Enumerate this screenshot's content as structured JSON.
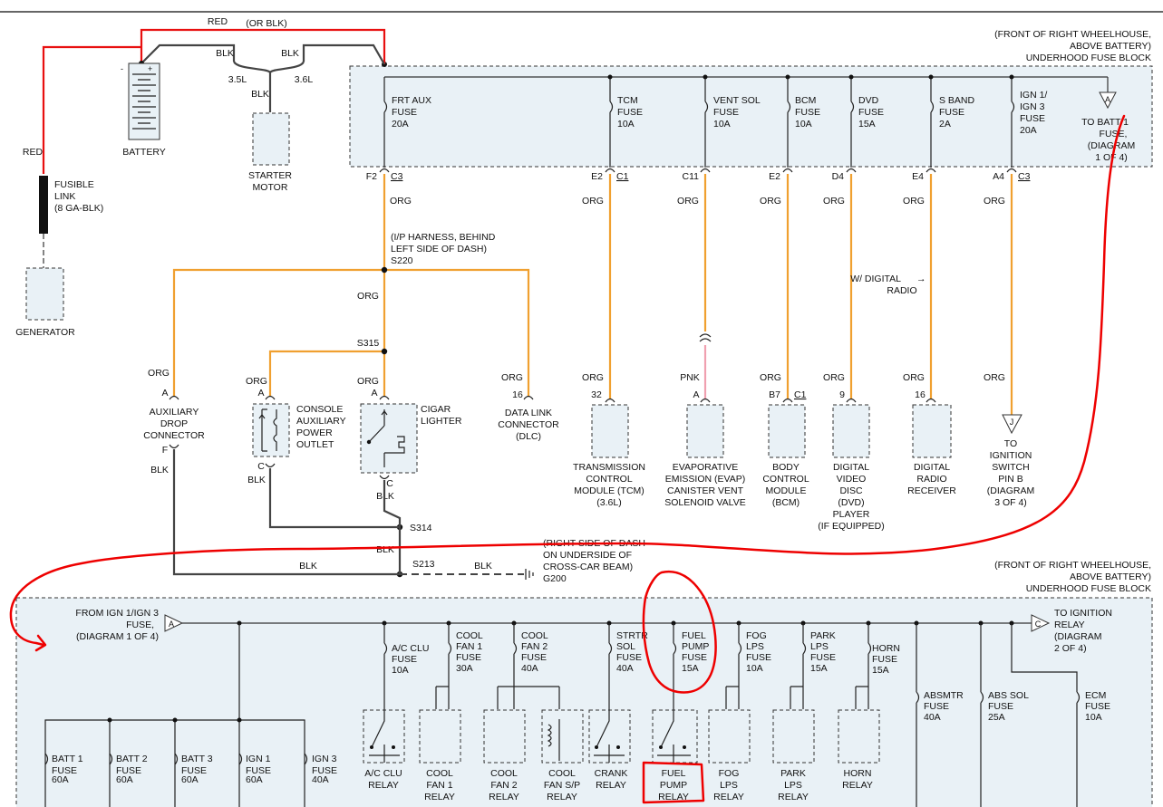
{
  "fuse_block_top": {
    "location": [
      "(FRONT OF RIGHT WHEELHOUSE,",
      "ABOVE BATTERY)",
      "UNDERHOOD FUSE BLOCK"
    ],
    "fuses": [
      {
        "lines": [
          "FRT AUX",
          "FUSE",
          "20A"
        ],
        "pin": "F2",
        "conn": "C3",
        "wire": "ORG"
      },
      {
        "lines": [
          "TCM",
          "FUSE",
          "10A"
        ],
        "pin": "E2",
        "conn": "C1",
        "wire": "ORG"
      },
      {
        "lines": [
          "VENT SOL",
          "FUSE",
          "10A"
        ],
        "pin": "C11",
        "conn": "",
        "wire": "ORG"
      },
      {
        "lines": [
          "BCM",
          "FUSE",
          "10A"
        ],
        "pin": "E2",
        "conn": "",
        "wire": "ORG"
      },
      {
        "lines": [
          "DVD",
          "FUSE",
          "15A"
        ],
        "pin": "D4",
        "conn": "",
        "wire": "ORG"
      },
      {
        "lines": [
          "S BAND",
          "FUSE",
          "2A"
        ],
        "pin": "E4",
        "conn": "",
        "wire": "ORG"
      },
      {
        "lines": [
          "IGN 1/",
          "IGN 3",
          "FUSE",
          "20A"
        ],
        "pin": "A4",
        "conn": "C3",
        "wire": "ORG"
      }
    ],
    "to_batt": {
      "letter": "A",
      "lines": [
        "TO BATT 1",
        "FUSE,",
        "(DIAGRAM",
        "1 OF 4)"
      ]
    }
  },
  "power": {
    "red": "RED",
    "or_blk": "(OR BLK)",
    "blk": "BLK",
    "v35": "3.5L",
    "v36": "3.6L",
    "battery": "BATTERY",
    "starter": [
      "STARTER",
      "MOTOR"
    ],
    "red_label": "RED",
    "fusible_link": [
      "FUSIBLE",
      "LINK",
      "(8 GA-BLK)"
    ],
    "generator": "GENERATOR",
    "plus": "+",
    "minus": "-"
  },
  "harness": {
    "ip_note": [
      "(I/P HARNESS, BEHIND",
      "LEFT SIDE OF DASH)"
    ],
    "s220": "S220",
    "s315": "S315",
    "s314": "S314",
    "s213": "S213",
    "g200": "G200",
    "ground_note": [
      "(RIGHT SIDE OF DASH",
      "ON UNDERSIDE OF",
      "CROSS-CAR BEAM)"
    ],
    "org": "ORG",
    "blk": "BLK",
    "pnk": "PNK",
    "digital_note": [
      "W/ DIGITAL",
      "RADIO"
    ],
    "arrow": "→"
  },
  "components_top": {
    "aux_drop": {
      "lines": [
        "AUXILIARY",
        "DROP",
        "CONNECTOR"
      ],
      "pin_a": "A",
      "pin_f": "F"
    },
    "console": {
      "lines": [
        "CONSOLE",
        "AUXILIARY",
        "POWER",
        "OUTLET"
      ],
      "pin_a": "A",
      "pin_c": "C"
    },
    "cigar": {
      "lines": [
        "CIGAR",
        "LIGHTER"
      ],
      "pin_a": "A",
      "pin_c": "C"
    },
    "dlc": {
      "lines": [
        "DATA LINK",
        "CONNECTOR",
        "(DLC)"
      ],
      "pin": "16"
    },
    "tcm": {
      "lines": [
        "TRANSMISSION",
        "CONTROL",
        "MODULE (TCM)",
        "(3.6L)"
      ],
      "pin": "32"
    },
    "evap": {
      "lines": [
        "EVAPORATIVE",
        "EMISSION (EVAP)",
        "CANISTER VENT",
        "SOLENOID VALVE"
      ],
      "pin": "A"
    },
    "bcm": {
      "lines": [
        "BODY",
        "CONTROL",
        "MODULE",
        "(BCM)"
      ],
      "pin": "B7",
      "conn": "C1"
    },
    "dvd": {
      "lines": [
        "DIGITAL",
        "VIDEO",
        "DISC",
        "(DVD)",
        "PLAYER",
        "(IF EQUIPPED)"
      ],
      "pin": "9"
    },
    "radio": {
      "lines": [
        "DIGITAL",
        "RADIO",
        "RECEIVER"
      ],
      "pin": "16"
    },
    "ign_sw": {
      "letter": "J",
      "lines": [
        "TO",
        "IGNITION",
        "SWITCH",
        "PIN B",
        "(DIAGRAM",
        "3 OF 4)"
      ]
    }
  },
  "fuse_block_bottom": {
    "location": [
      "(FRONT OF RIGHT WHEELHOUSE,",
      "ABOVE BATTERY)",
      "UNDERHOOD FUSE BLOCK"
    ],
    "from_ign": {
      "letter": "A",
      "lines": [
        "FROM IGN 1/IGN 3",
        "FUSE,",
        "(DIAGRAM 1 OF 4)"
      ]
    },
    "to_ign": {
      "letter": "C",
      "lines": [
        "TO IGNITION",
        "RELAY",
        "(DIAGRAM",
        "2 OF 4)"
      ]
    },
    "fuses": [
      {
        "lines": [
          "A/C CLU",
          "FUSE",
          "10A"
        ]
      },
      {
        "lines": [
          "COOL",
          "FAN 1",
          "FUSE",
          "30A"
        ]
      },
      {
        "lines": [
          "COOL",
          "FAN 2",
          "FUSE",
          "40A"
        ]
      },
      {
        "lines": [
          "STRTR",
          "SOL",
          "FUSE",
          "40A"
        ]
      },
      {
        "lines": [
          "FUEL",
          "PUMP",
          "FUSE",
          "15A"
        ]
      },
      {
        "lines": [
          "FOG",
          "LPS",
          "FUSE",
          "10A"
        ]
      },
      {
        "lines": [
          "PARK",
          "LPS",
          "FUSE",
          "15A"
        ]
      },
      {
        "lines": [
          "HORN",
          "FUSE",
          "15A"
        ]
      },
      {
        "lines": [
          "ABSMTR",
          "FUSE",
          "40A"
        ]
      },
      {
        "lines": [
          "ABS SOL",
          "FUSE",
          "25A"
        ]
      },
      {
        "lines": [
          "ECM",
          "FUSE",
          "10A"
        ]
      },
      {
        "lines": [
          "BATT 1",
          "FUSE",
          "60A"
        ]
      },
      {
        "lines": [
          "BATT 2",
          "FUSE",
          "60A"
        ]
      },
      {
        "lines": [
          "BATT 3",
          "FUSE",
          "60A"
        ]
      },
      {
        "lines": [
          "IGN 1",
          "FUSE",
          "60A"
        ]
      },
      {
        "lines": [
          "IGN 3",
          "FUSE",
          "40A"
        ]
      }
    ],
    "relays": [
      {
        "lines": [
          "A/C CLU",
          "RELAY"
        ]
      },
      {
        "lines": [
          "COOL",
          "FAN 1",
          "RELAY"
        ]
      },
      {
        "lines": [
          "COOL",
          "FAN 2",
          "RELAY"
        ]
      },
      {
        "lines": [
          "COOL",
          "FAN S/P",
          "RELAY"
        ]
      },
      {
        "lines": [
          "CRANK",
          "RELAY"
        ]
      },
      {
        "lines": [
          "FUEL",
          "PUMP",
          "RELAY"
        ]
      },
      {
        "lines": [
          "FOG",
          "LPS",
          "RELAY"
        ]
      },
      {
        "lines": [
          "PARK",
          "LPS",
          "RELAY"
        ]
      },
      {
        "lines": [
          "HORN",
          "RELAY"
        ]
      }
    ]
  },
  "colors": {
    "org_wire": "#f0a030",
    "red_wire": "#e81010",
    "blk_wire": "#444444",
    "pnk_wire": "#f0a0b0",
    "fuse_block_fill": "#e9f1f6",
    "markup": "#ee0000"
  }
}
